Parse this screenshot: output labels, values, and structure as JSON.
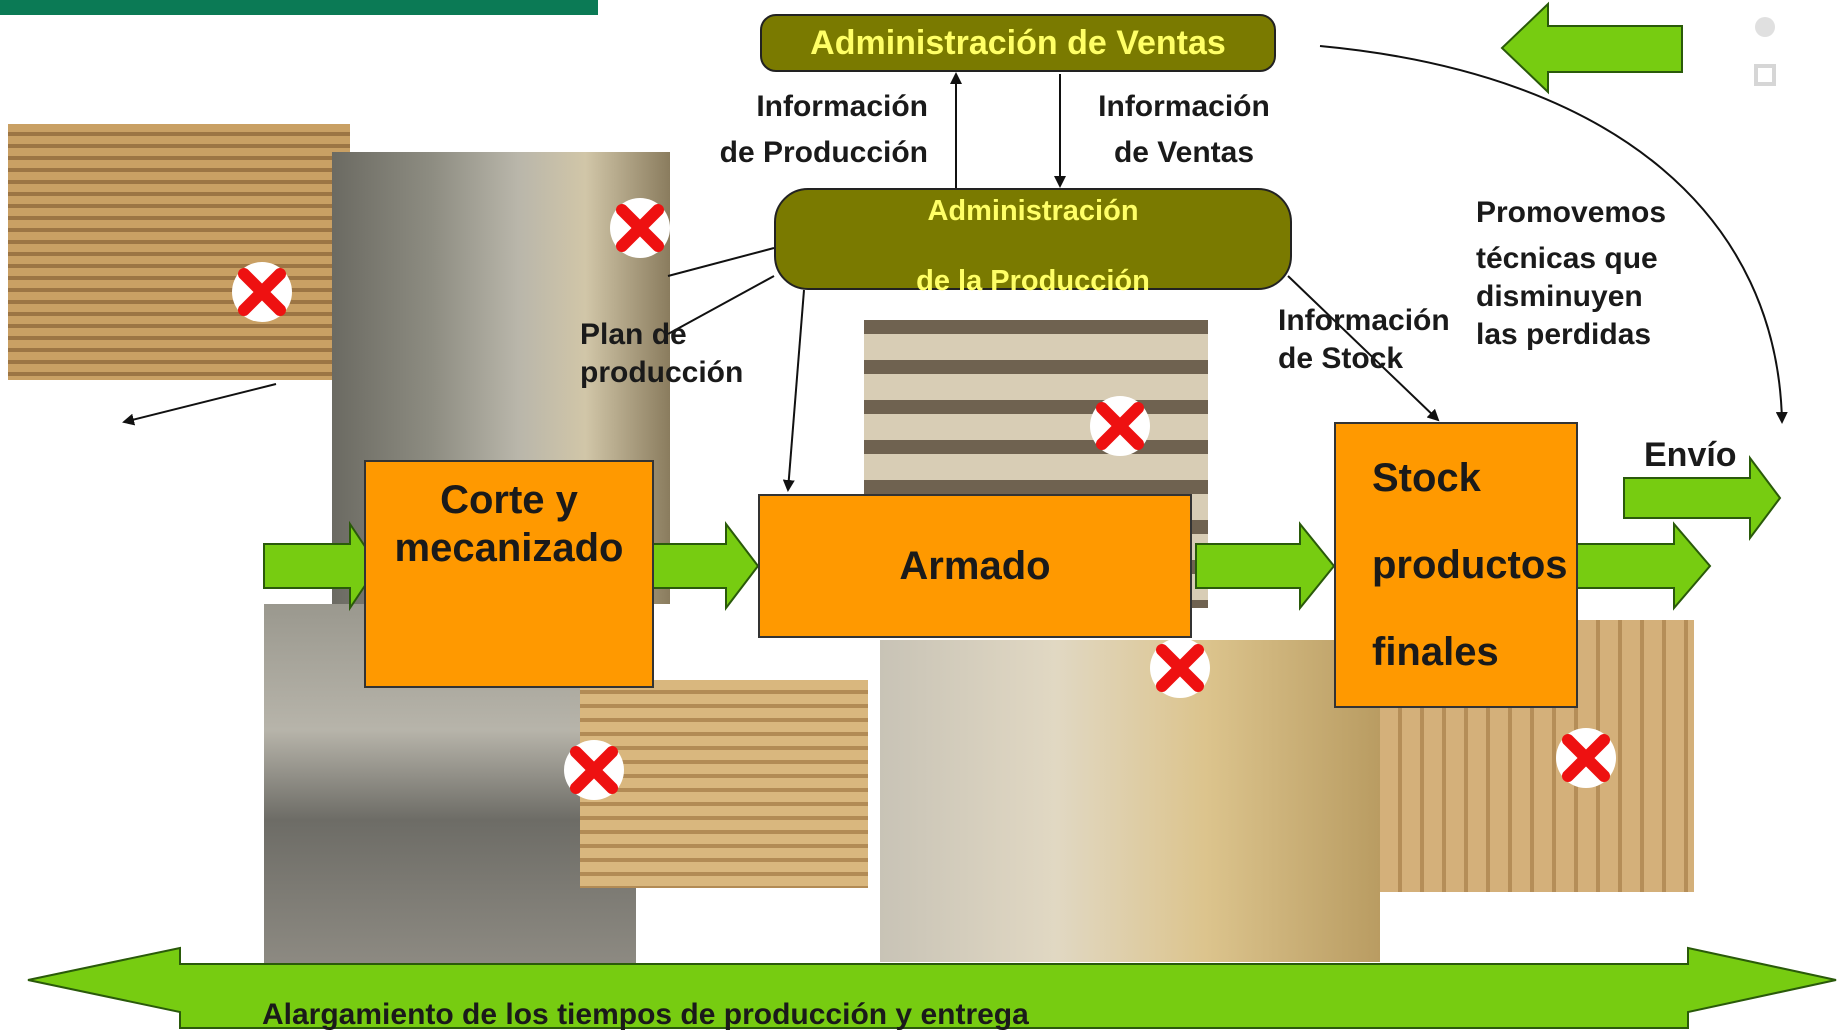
{
  "diagram": {
    "admin_ventas": "Administración de Ventas",
    "admin_produccion_line1": "Administración",
    "admin_produccion_line2": "de la Producción",
    "info_produccion_line1": "Información",
    "info_produccion_line2": "de Producción",
    "info_ventas_line1": "Información",
    "info_ventas_line2": "de Ventas",
    "plan_line1": "Plan de",
    "plan_line2": "producción",
    "info_stock_line1": "Información",
    "info_stock_line2": "de Stock",
    "promo_line1": "Promovemos",
    "promo_line2": "técnicas que",
    "promo_line3": "disminuyen",
    "promo_line4": "las perdidas",
    "corte_line1": "Corte y",
    "corte_line2": "mecanizado",
    "armado": "Armado",
    "stock_line1": "Stock",
    "stock_line2": "productos",
    "stock_line3": "finales",
    "envio": "Envío",
    "bottom_caption": "Alargamiento de los tiempos de producción y entrega"
  },
  "colors": {
    "process_box": "#ff9900",
    "admin_box": "#7a7a00",
    "admin_text": "#ffff66",
    "arrow_green": "#77cc11",
    "top_bar": "#0b7a55",
    "cross_red": "#ee1111"
  }
}
